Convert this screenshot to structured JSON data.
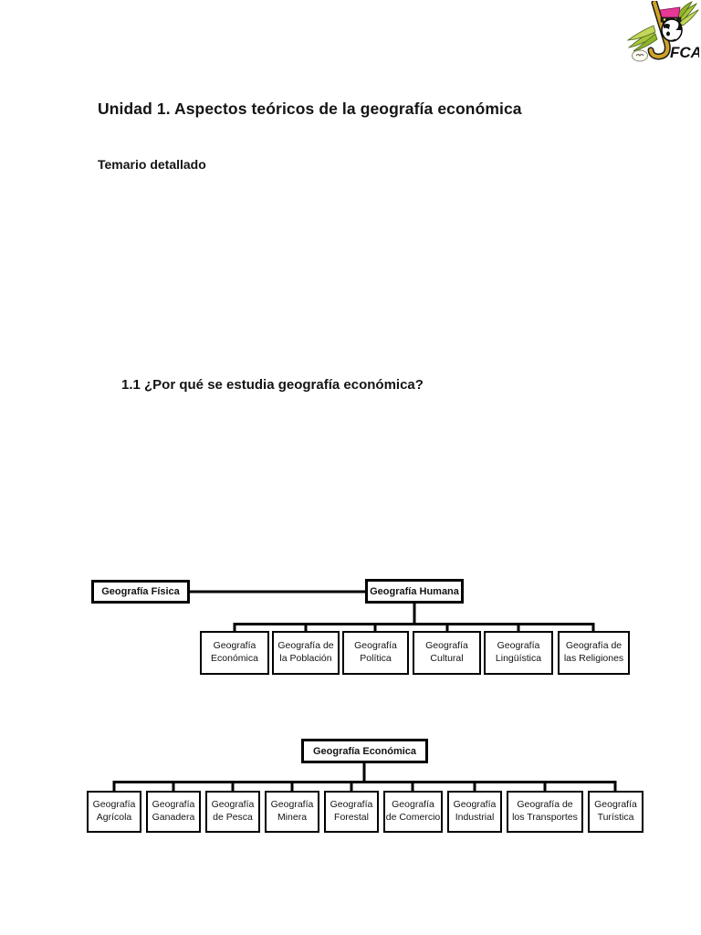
{
  "page": {
    "title": "Unidad 1. Aspectos teóricos de la geografía económica",
    "subtitle": "Temario detallado",
    "section_heading": "1.1 ¿Por qué se estudia geografía económica?"
  },
  "logo": {
    "name": "fca-mascot-logo",
    "label": "FCA"
  },
  "colors": {
    "line": "#000000",
    "box_border": "#000000",
    "page_bg": "#ffffff",
    "logo_feather_green": "#a8c43a",
    "logo_pink": "#e73895",
    "logo_stick_ochre": "#cfa328"
  },
  "diagram1": {
    "parents": [
      {
        "lines": [
          "Geografía Física"
        ]
      },
      {
        "lines": [
          "Geografía Humana"
        ]
      }
    ],
    "children": [
      {
        "lines": [
          "Geografía",
          "Económica"
        ]
      },
      {
        "lines": [
          "Geografía de",
          "la Población"
        ]
      },
      {
        "lines": [
          "Geografía",
          "Política"
        ]
      },
      {
        "lines": [
          "Geografía",
          "Cultural"
        ]
      },
      {
        "lines": [
          "Geografía",
          "Lingüística"
        ]
      },
      {
        "lines": [
          "Geografía de",
          "las Religiones"
        ]
      }
    ]
  },
  "diagram2": {
    "root": {
      "lines": [
        "Geografía Económica"
      ]
    },
    "children": [
      {
        "lines": [
          "Geografía",
          "Agrícola"
        ]
      },
      {
        "lines": [
          "Geografía",
          "Ganadera"
        ]
      },
      {
        "lines": [
          "Geografía",
          "de Pesca"
        ]
      },
      {
        "lines": [
          "Geografía",
          "Minera"
        ]
      },
      {
        "lines": [
          "Geografía",
          "Forestal"
        ]
      },
      {
        "lines": [
          "Geografía",
          "de Comercio"
        ]
      },
      {
        "lines": [
          "Geografía",
          "Industrial"
        ]
      },
      {
        "lines": [
          "Geografía de",
          "los Transportes"
        ]
      },
      {
        "lines": [
          "Geografía",
          "Turística"
        ]
      }
    ]
  }
}
